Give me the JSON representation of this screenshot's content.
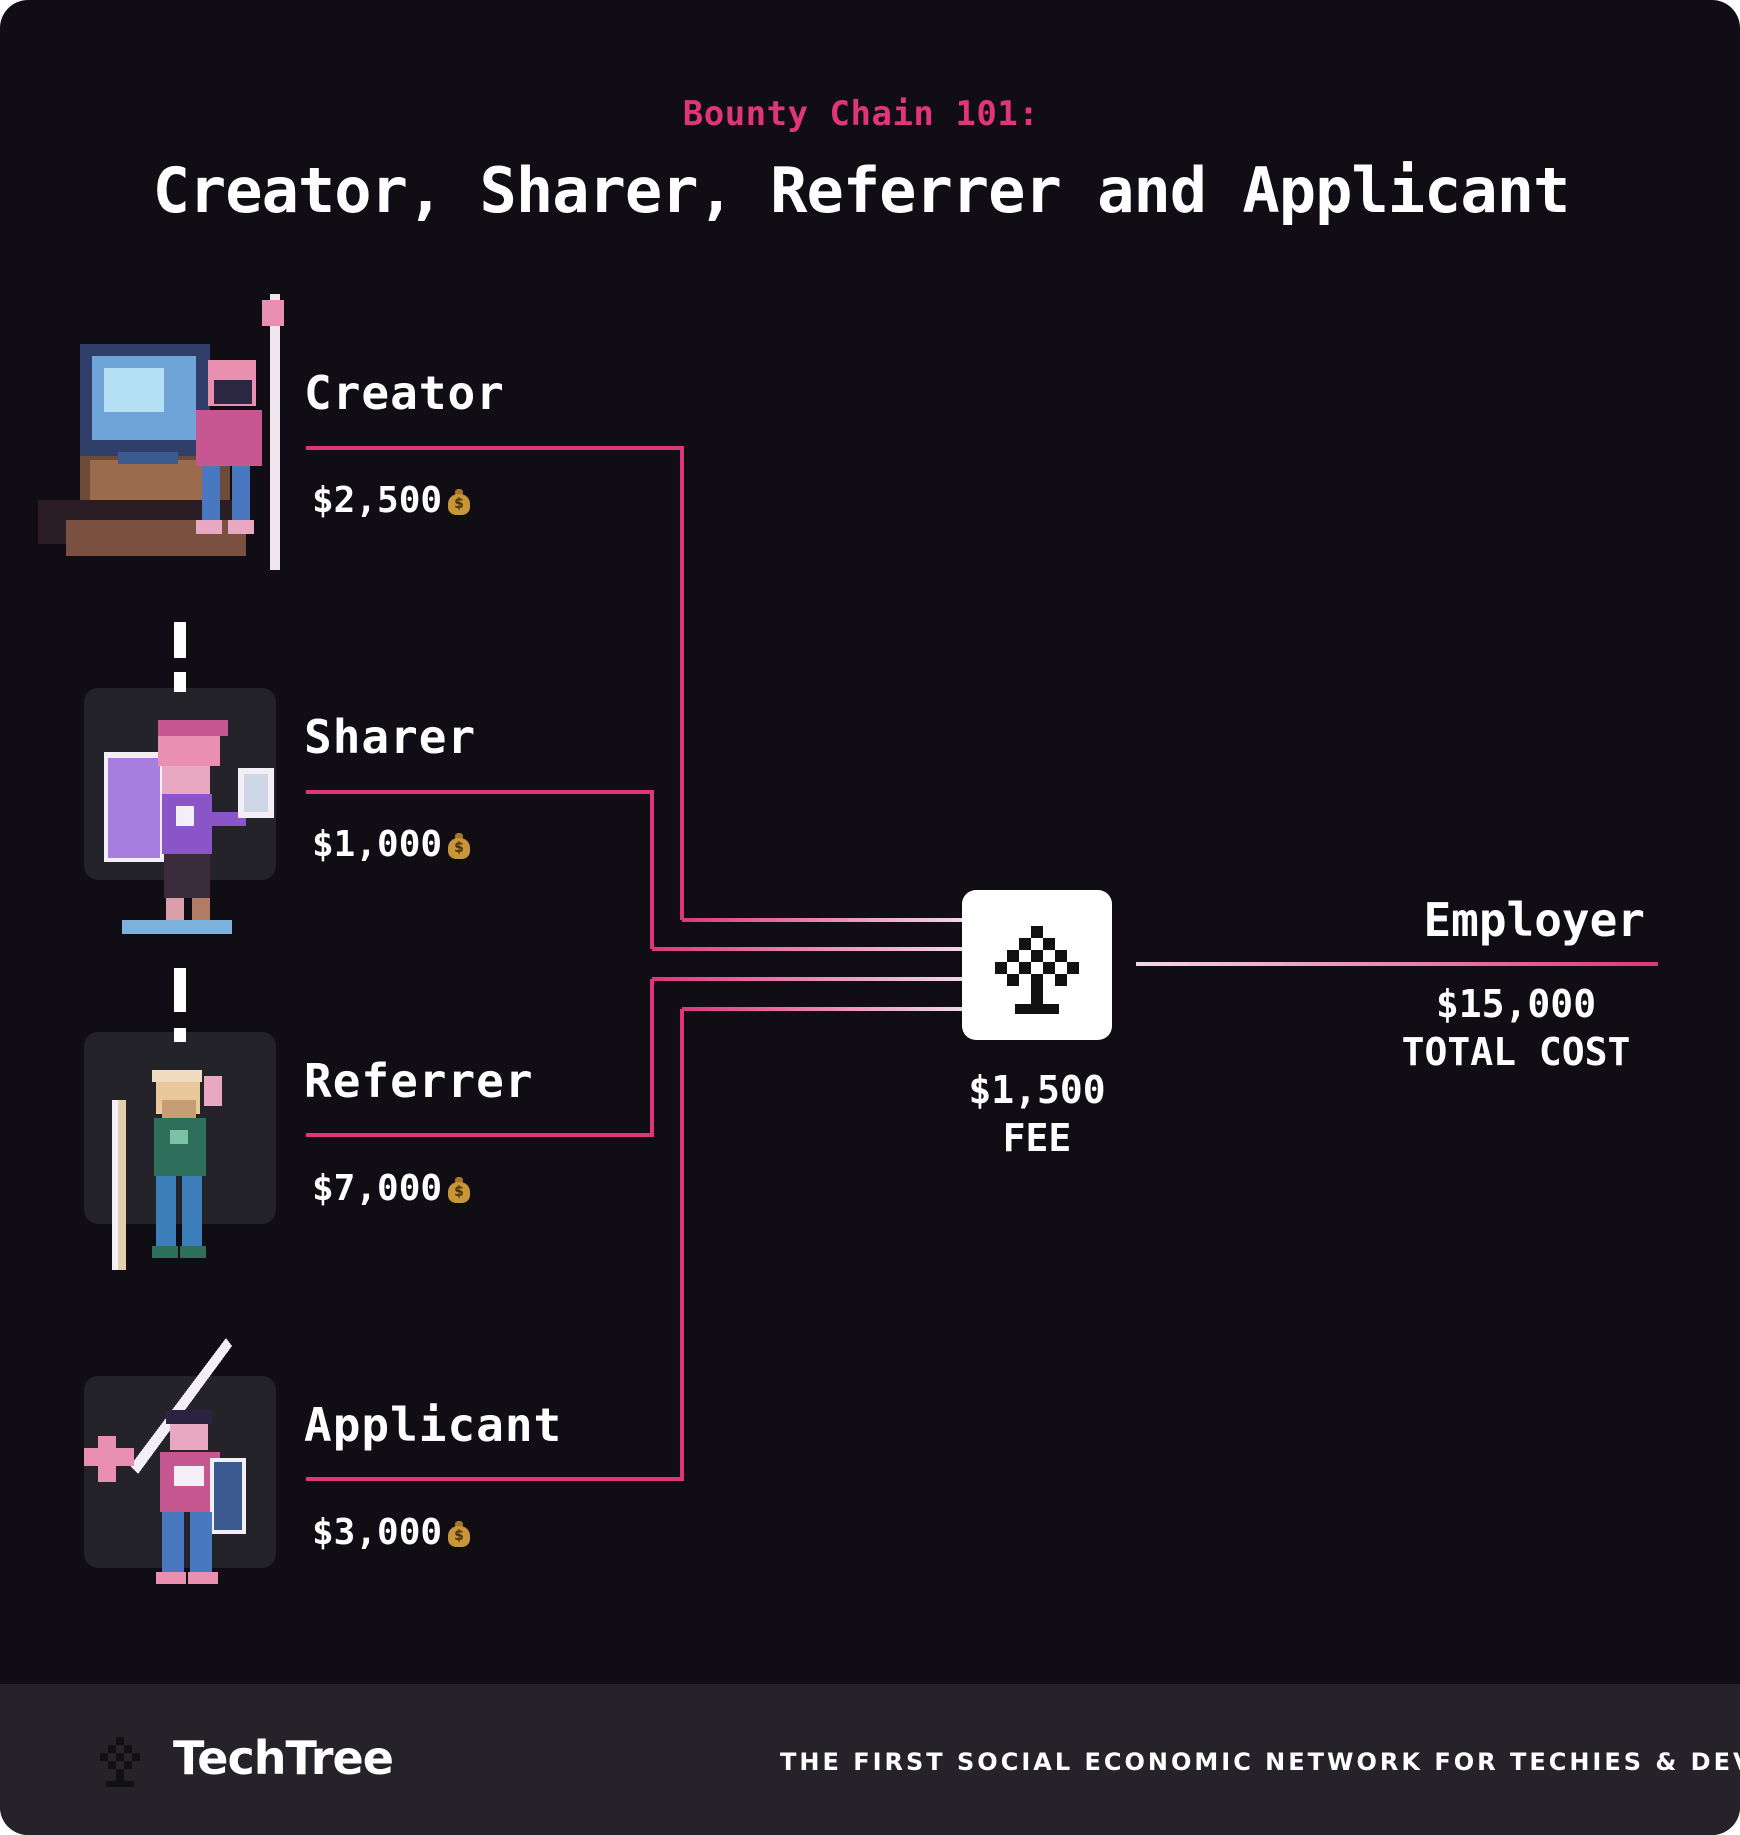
{
  "header": {
    "subtitle": "Bounty Chain 101:",
    "title": "Creator, Sharer, Referrer and Applicant"
  },
  "roles": [
    {
      "name": "Creator",
      "amount": "$2,500",
      "icon": "money-bag-icon"
    },
    {
      "name": "Sharer",
      "amount": "$1,000",
      "icon": "money-bag-icon"
    },
    {
      "name": "Referrer",
      "amount": "$7,000",
      "icon": "money-bag-icon"
    },
    {
      "name": "Applicant",
      "amount": "$3,000",
      "icon": "money-bag-icon"
    }
  ],
  "hub": {
    "icon": "techtree-logo-icon",
    "fee_amount": "$1,500",
    "fee_label": "FEE"
  },
  "employer": {
    "name": "Employer",
    "total_amount": "$15,000",
    "total_label": "TOTAL COST"
  },
  "footer": {
    "brand": "TechTree",
    "tagline": "THE FIRST SOCIAL ECONOMIC NETWORK FOR TECHIES & DEVS"
  },
  "colors": {
    "background": "#100e14",
    "accent": "#e0357b",
    "footer": "#252329",
    "avatar_panel": "#25232a"
  }
}
